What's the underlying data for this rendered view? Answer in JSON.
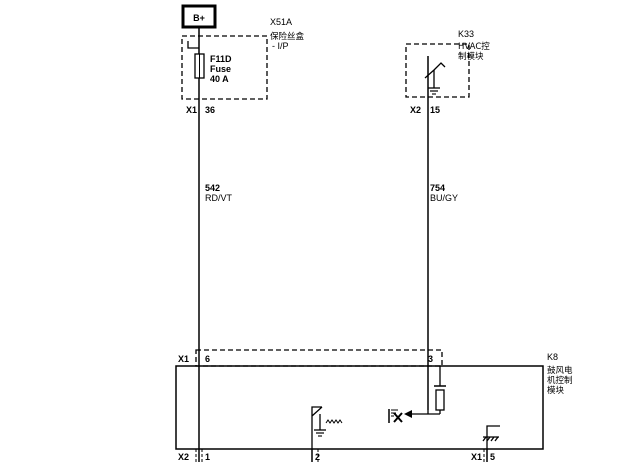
{
  "power_source": {
    "label": "B+"
  },
  "fuse_block": {
    "id": "X51A",
    "name_cn": "保险丝盒",
    "name_suffix": "- I/P",
    "fuse_name": "F11D",
    "fuse_word": "Fuse",
    "fuse_rating": "40 A",
    "connector": "X1",
    "pin": "36"
  },
  "hvac_module": {
    "id": "K33",
    "name_line1": "HVAC控",
    "name_line2": "制模块",
    "connector": "X2",
    "pin": "15"
  },
  "wire_left": {
    "circuit": "542",
    "color": "RD/VT"
  },
  "wire_right": {
    "circuit": "754",
    "color": "BU/GY"
  },
  "blower_module": {
    "id": "K8",
    "name_line1": "鼓风电",
    "name_line2": "机控制",
    "name_line3": "模块",
    "top_connector": "X1",
    "top_pin_left": "6",
    "top_pin_right": "3",
    "bottom_connector_left": "X2",
    "bottom_pin_1": "1",
    "bottom_pin_2": "2",
    "bottom_connector_right": "X1",
    "bottom_pin_3": "5"
  }
}
